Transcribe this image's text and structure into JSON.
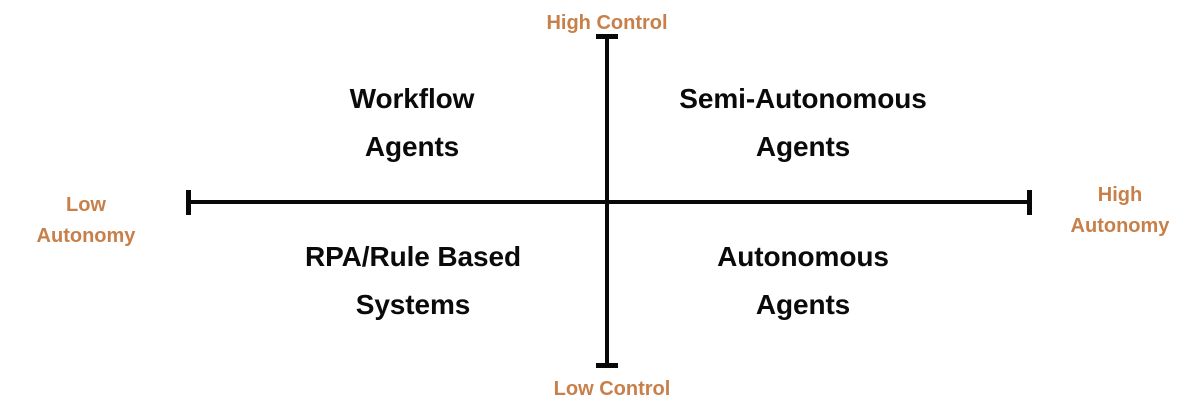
{
  "diagram": {
    "type": "2x2-matrix",
    "background_color": "#ffffff",
    "axis_color": "#080808",
    "axis_label_color": "#c8804b",
    "quadrant_label_color": "#0a0a0a",
    "axes": {
      "vertical": {
        "name": "Control",
        "top_label": "High Control",
        "bottom_label": "Low Control"
      },
      "horizontal": {
        "name": "Autonomy",
        "left_label_line1": "Low",
        "left_label_line2": "Autonomy",
        "right_label_line1": "High",
        "right_label_line2": "Autonomy"
      }
    },
    "quadrants": [
      {
        "id": "workflow-agents",
        "position": "top-left",
        "line1": "Workflow",
        "line2": "Agents",
        "control": "high",
        "autonomy": "low"
      },
      {
        "id": "semi-autonomous-agents",
        "position": "top-right",
        "line1": "Semi-Autonomous",
        "line2": "Agents",
        "control": "high",
        "autonomy": "high"
      },
      {
        "id": "rpa-rule-based-systems",
        "position": "bottom-left",
        "line1": "RPA/Rule Based",
        "line2": "Systems",
        "control": "low",
        "autonomy": "low"
      },
      {
        "id": "autonomous-agents",
        "position": "bottom-right",
        "line1": "Autonomous",
        "line2": "Agents",
        "control": "low",
        "autonomy": "high"
      }
    ]
  }
}
